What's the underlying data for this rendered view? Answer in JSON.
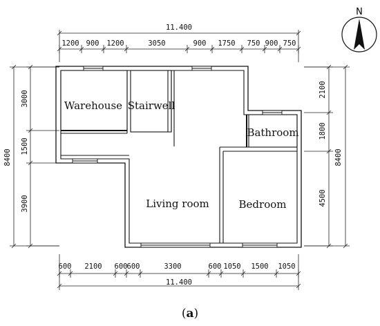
{
  "north_label": "N",
  "caption": {
    "open": "(",
    "letter": "a",
    "close": ")"
  },
  "rooms": {
    "warehouse": "Warehouse",
    "stairwell": "Stairwell",
    "bathroom": "Bathroom",
    "living_room": "Living room",
    "bedroom": "Bedroom"
  },
  "dimensions": {
    "top_total": "11.400",
    "top_segments": [
      "1200",
      "900",
      "1200",
      "3050",
      "900",
      "1750",
      "750",
      "900",
      "750"
    ],
    "bottom_segments": [
      "600",
      "2100",
      "600",
      "600",
      "3300",
      "600",
      "1050",
      "1500",
      "1050"
    ],
    "bottom_total": "11.400",
    "left_total": "8400",
    "left_segments": [
      "3000",
      "1500",
      "3900"
    ],
    "right_segments": [
      "2100",
      "1800",
      "4500"
    ],
    "right_total": "8400"
  }
}
